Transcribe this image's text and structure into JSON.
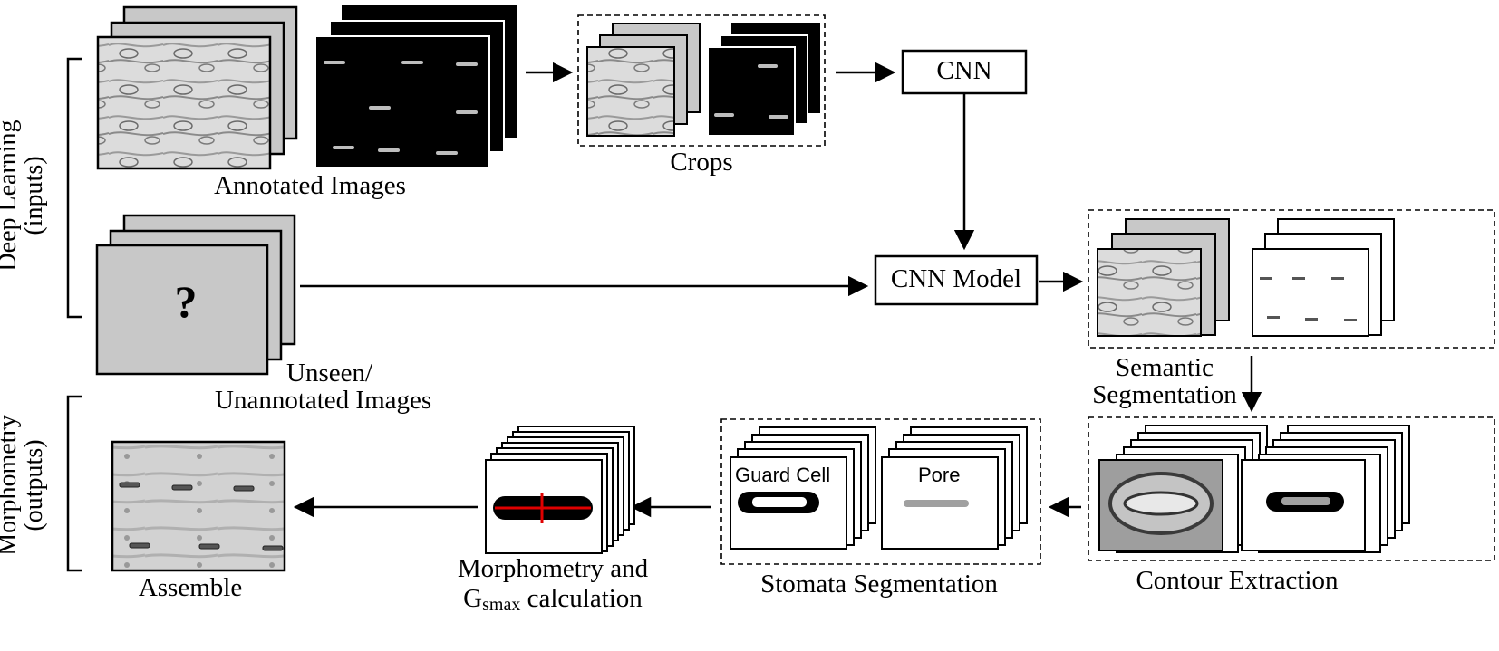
{
  "left_groups": {
    "top_label": "Deep Learning",
    "top_sub": "(inputs)",
    "bottom_label": "Morphometry",
    "bottom_sub": "(outputs)"
  },
  "labels": {
    "annotated": "Annotated Images",
    "crops": "Crops",
    "cnn": "CNN",
    "cnn_model": "CNN Model",
    "unseen_1": "Unseen/",
    "unseen_2": "Unannotated Images",
    "question": "?",
    "semantic_1": "Semantic",
    "semantic_2": "Segmentation",
    "contour": "Contour Extraction",
    "stomata": "Stomata Segmentation",
    "guard_cell": "Guard Cell",
    "pore": "Pore",
    "morph_1": "Morphometry and",
    "morph_2_main": "G",
    "morph_2_sub": "smax",
    "morph_2_rest": " calculation",
    "assemble": "Assemble"
  },
  "colors": {
    "stroke": "#000000",
    "panel_grey": "#c8c8c8",
    "image_dark": "#000000",
    "micro_light": "#d9d9d9",
    "micro_mid": "#a8a8a8",
    "marker_red": "#e00000",
    "pore_grey": "#a0a0a0"
  }
}
